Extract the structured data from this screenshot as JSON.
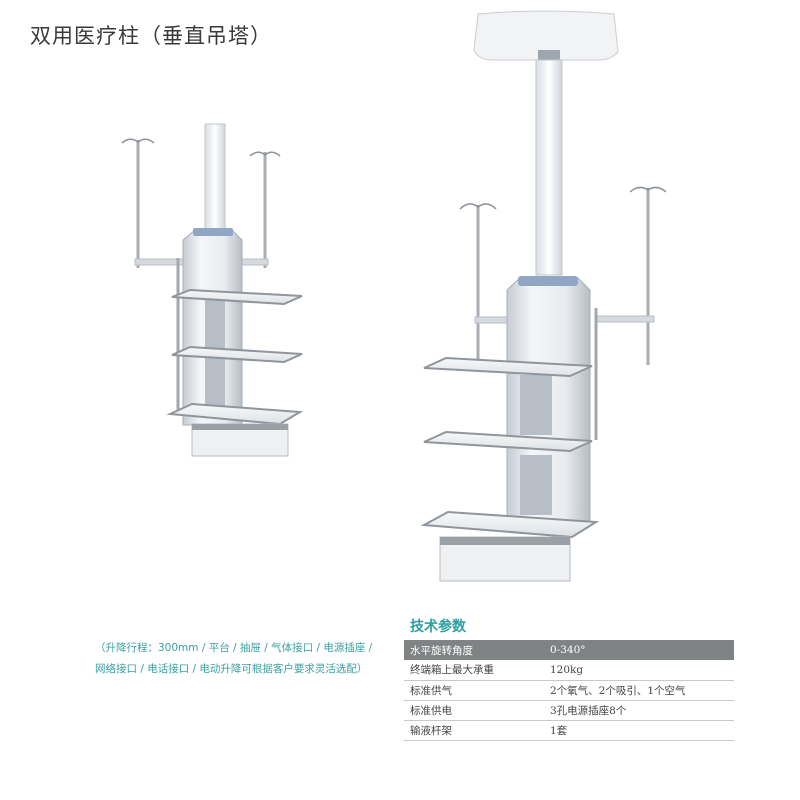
{
  "title": "双用医疗柱（垂直吊塔）",
  "description": "（升降行程：300mm / 平台 / 抽屉 / 气体接口 / 电源插座 / 网络接口 / 电话接口 / 电动升降可根据客户要求灵活选配）",
  "illustration_icons": [
    "medical-pendant-small",
    "medical-pendant-large"
  ],
  "specs": {
    "title": "技术参数",
    "rows": [
      {
        "name": "水平旋转角度",
        "value": "0-340°"
      },
      {
        "name": "终端箱上最大承重",
        "value": "120kg"
      },
      {
        "name": "标准供气",
        "value": "2个氧气、2个吸引、1个空气"
      },
      {
        "name": "标准供电",
        "value": "3孔电源插座8个"
      },
      {
        "name": "输液杆架",
        "value": "1套"
      }
    ]
  }
}
